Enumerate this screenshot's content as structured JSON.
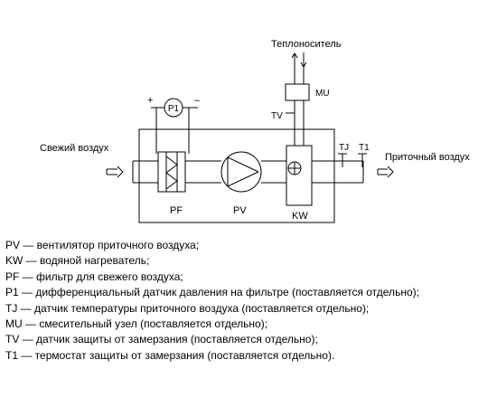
{
  "diagram": {
    "labels": {
      "heat_carrier": "Теплоноситель",
      "fresh_air": "Свежий воздух",
      "supply_air": "Приточный воздух",
      "mu": "MU",
      "tv": "TV",
      "p1": "P1",
      "tj": "TJ",
      "t1": "T1",
      "pf": "PF",
      "pv": "PV",
      "kw": "KW",
      "plus": "+",
      "minus": "–"
    }
  },
  "legend": [
    "PV — вентилятор приточного воздуха;",
    "KW — водяной нагреватель;",
    "PF — фильтр для свежего воздуха;",
    "P1 —  дифференциальный датчик давления на фильтре (поставляется отдельно);",
    "TJ — датчик температуры приточного воздуха (поставляется отдельно);",
    "MU — смесительный узел (поставляется отдельно);",
    "TV — датчик защиты от замерзания (поставляется отдельно);",
    "T1 — термостат защиты от замерзания (поставляется отдельно)."
  ]
}
